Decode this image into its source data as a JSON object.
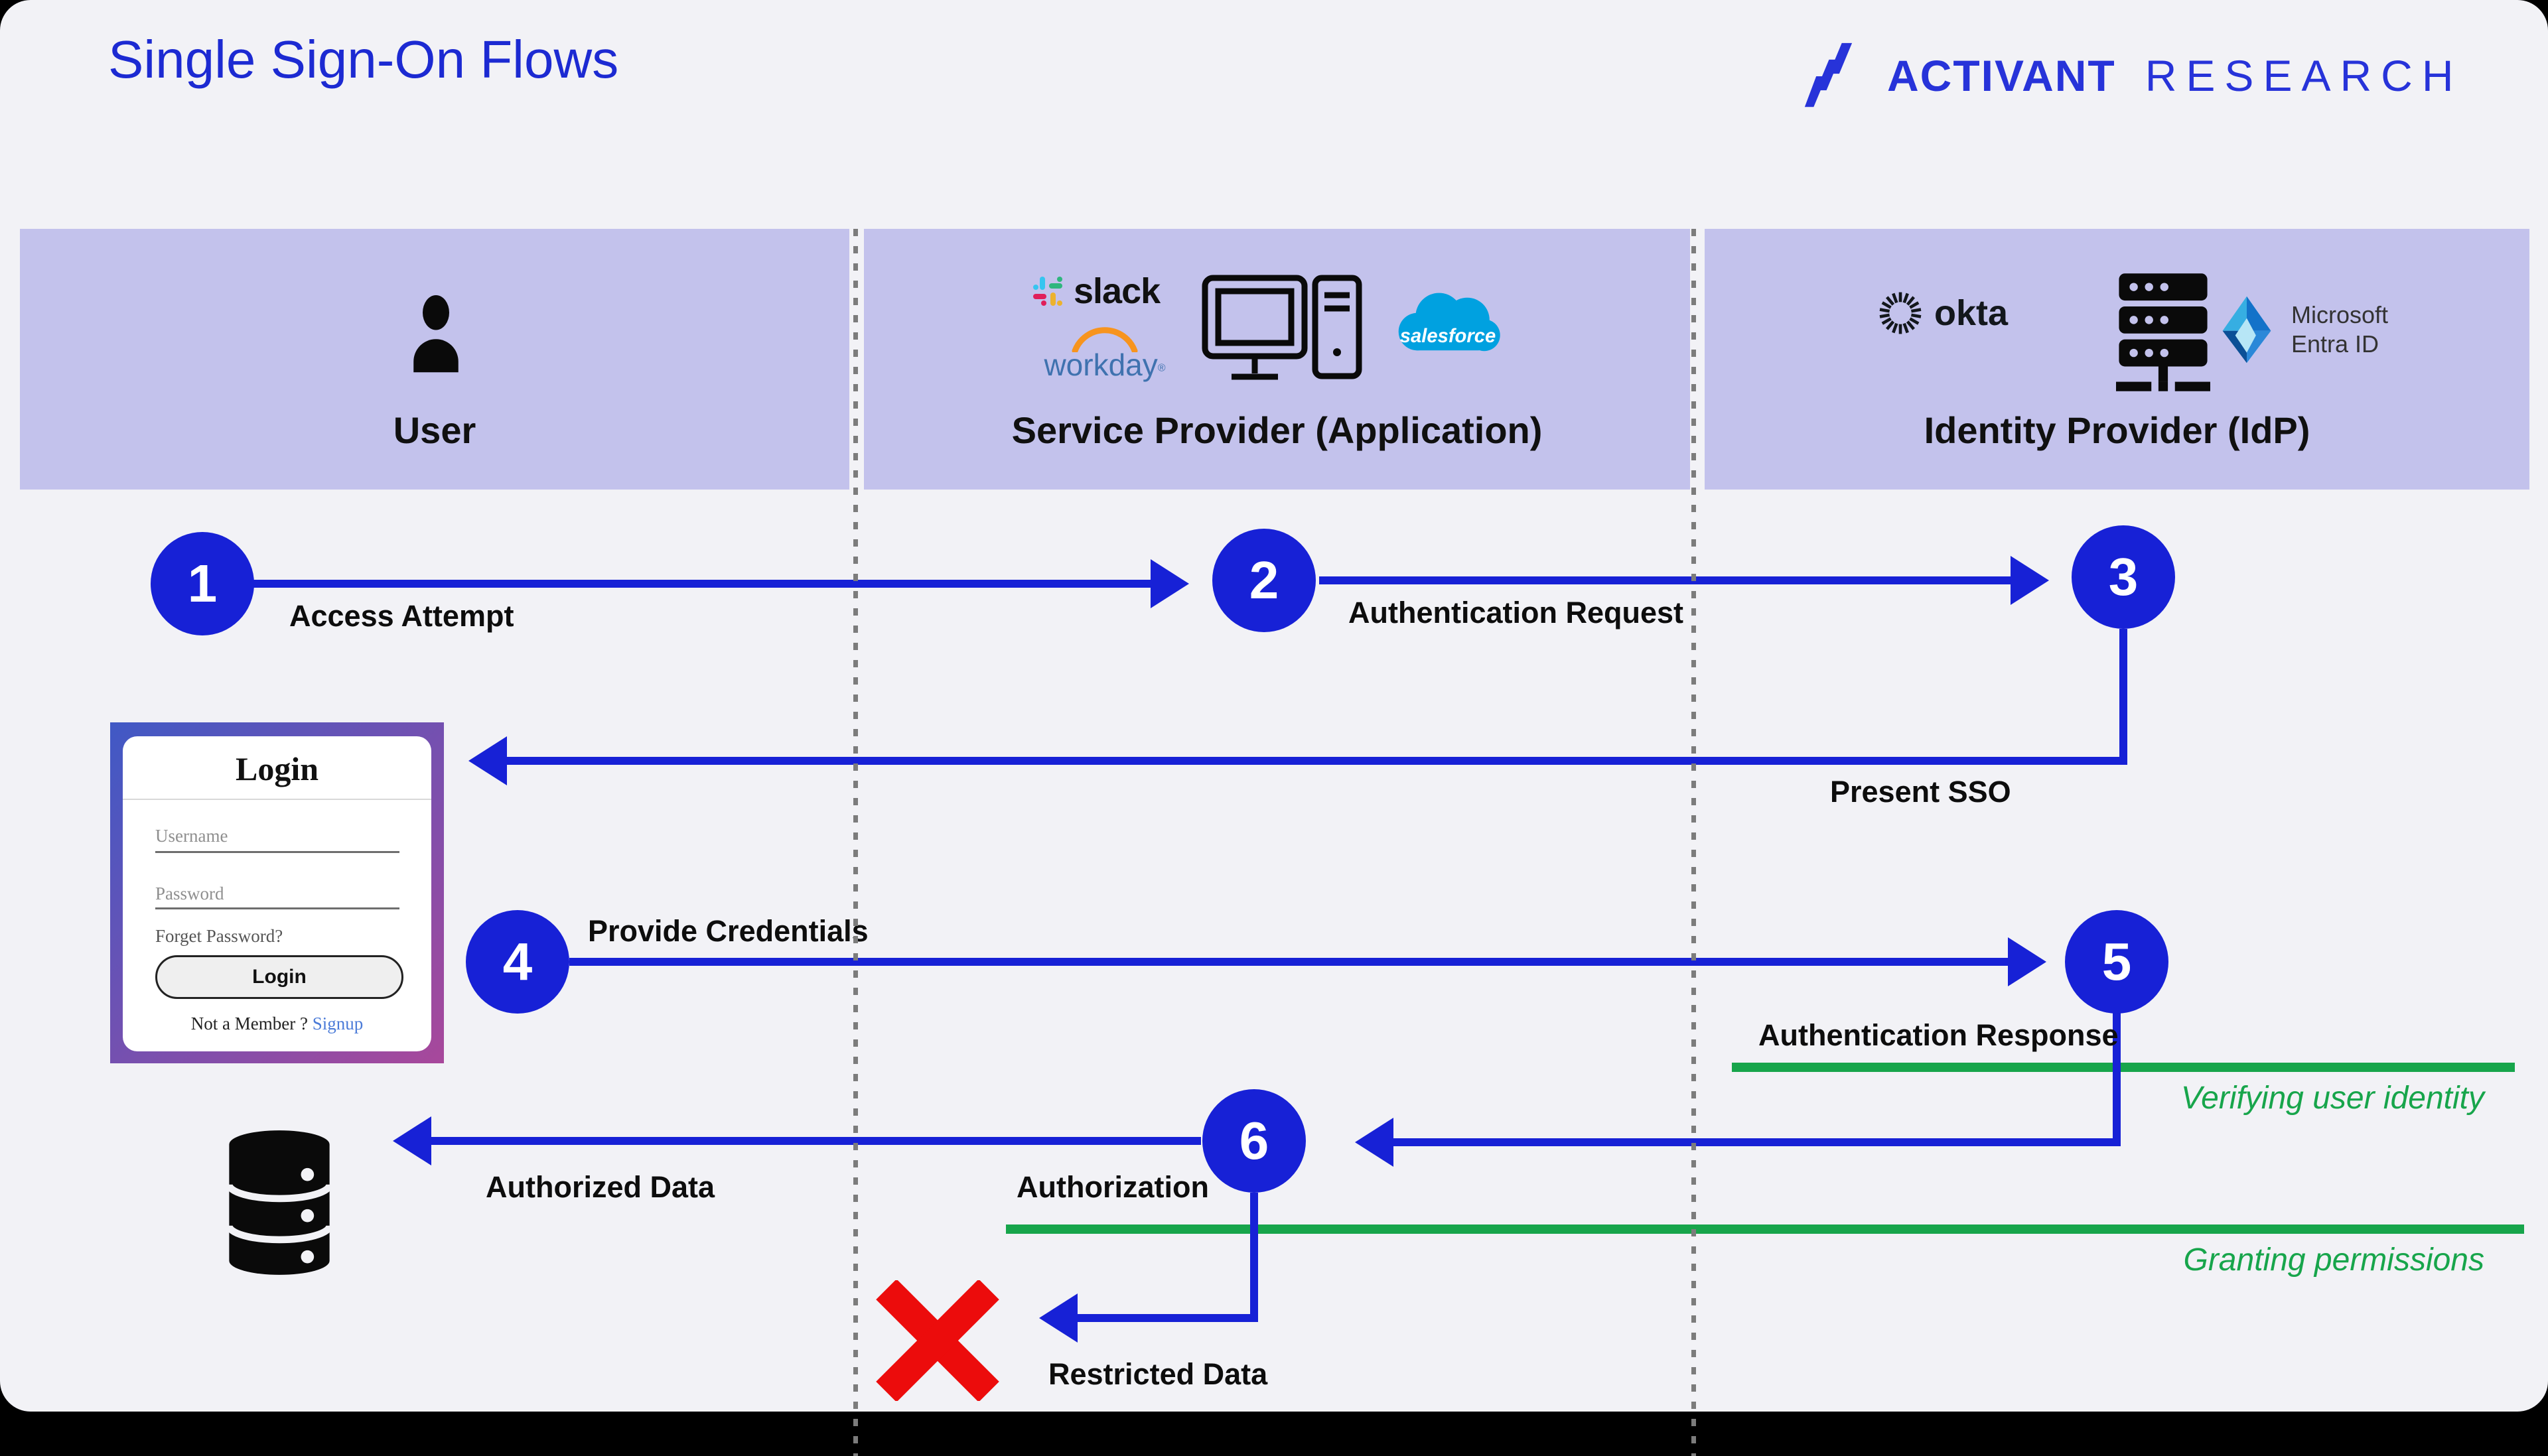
{
  "slide": {
    "title": "Single Sign-On Flows"
  },
  "brand": {
    "name": "ACTIVANT",
    "suffix": "RESEARCH"
  },
  "columns": [
    {
      "label": "User"
    },
    {
      "label": "Service Provider (Application)"
    },
    {
      "label": "Identity Provider (IdP)"
    }
  ],
  "logos": {
    "slack": "slack",
    "workday": "workday",
    "salesforce": "salesforce",
    "okta": "okta",
    "microsoft_line1": "Microsoft",
    "microsoft_line2": "Entra ID"
  },
  "steps": [
    {
      "number": "1",
      "label": "Access Attempt"
    },
    {
      "number": "2",
      "label": "Authentication Request"
    },
    {
      "number": "3",
      "label": "Present SSO"
    },
    {
      "number": "4",
      "label": "Provide Credentials"
    },
    {
      "number": "5",
      "label": "Authentication Response"
    },
    {
      "number": "6",
      "label": "Authorization"
    }
  ],
  "flows": {
    "authorized": "Authorized Data",
    "restricted": "Restricted Data"
  },
  "annotations": {
    "verify": "Verifying user identity",
    "grant": "Granting permissions"
  },
  "login": {
    "title": "Login",
    "username_placeholder": "Username",
    "password_placeholder": "Password",
    "forgot": "Forget Password?",
    "button": "Login",
    "member": "Not a Member ?",
    "signup": "Signup"
  },
  "colors": {
    "flow_blue": "#1721d6",
    "title_blue": "#1c2ad2",
    "logo_blue": "#2733d9",
    "header_lavender": "#c3c2ec",
    "green": "#17a54b",
    "red": "#ec0c0c",
    "salesforce_blue": "#00a1e0",
    "workday_orange": "#f7941e",
    "workday_blue": "#3f72af",
    "slide_bg": "#f2f2f6"
  }
}
